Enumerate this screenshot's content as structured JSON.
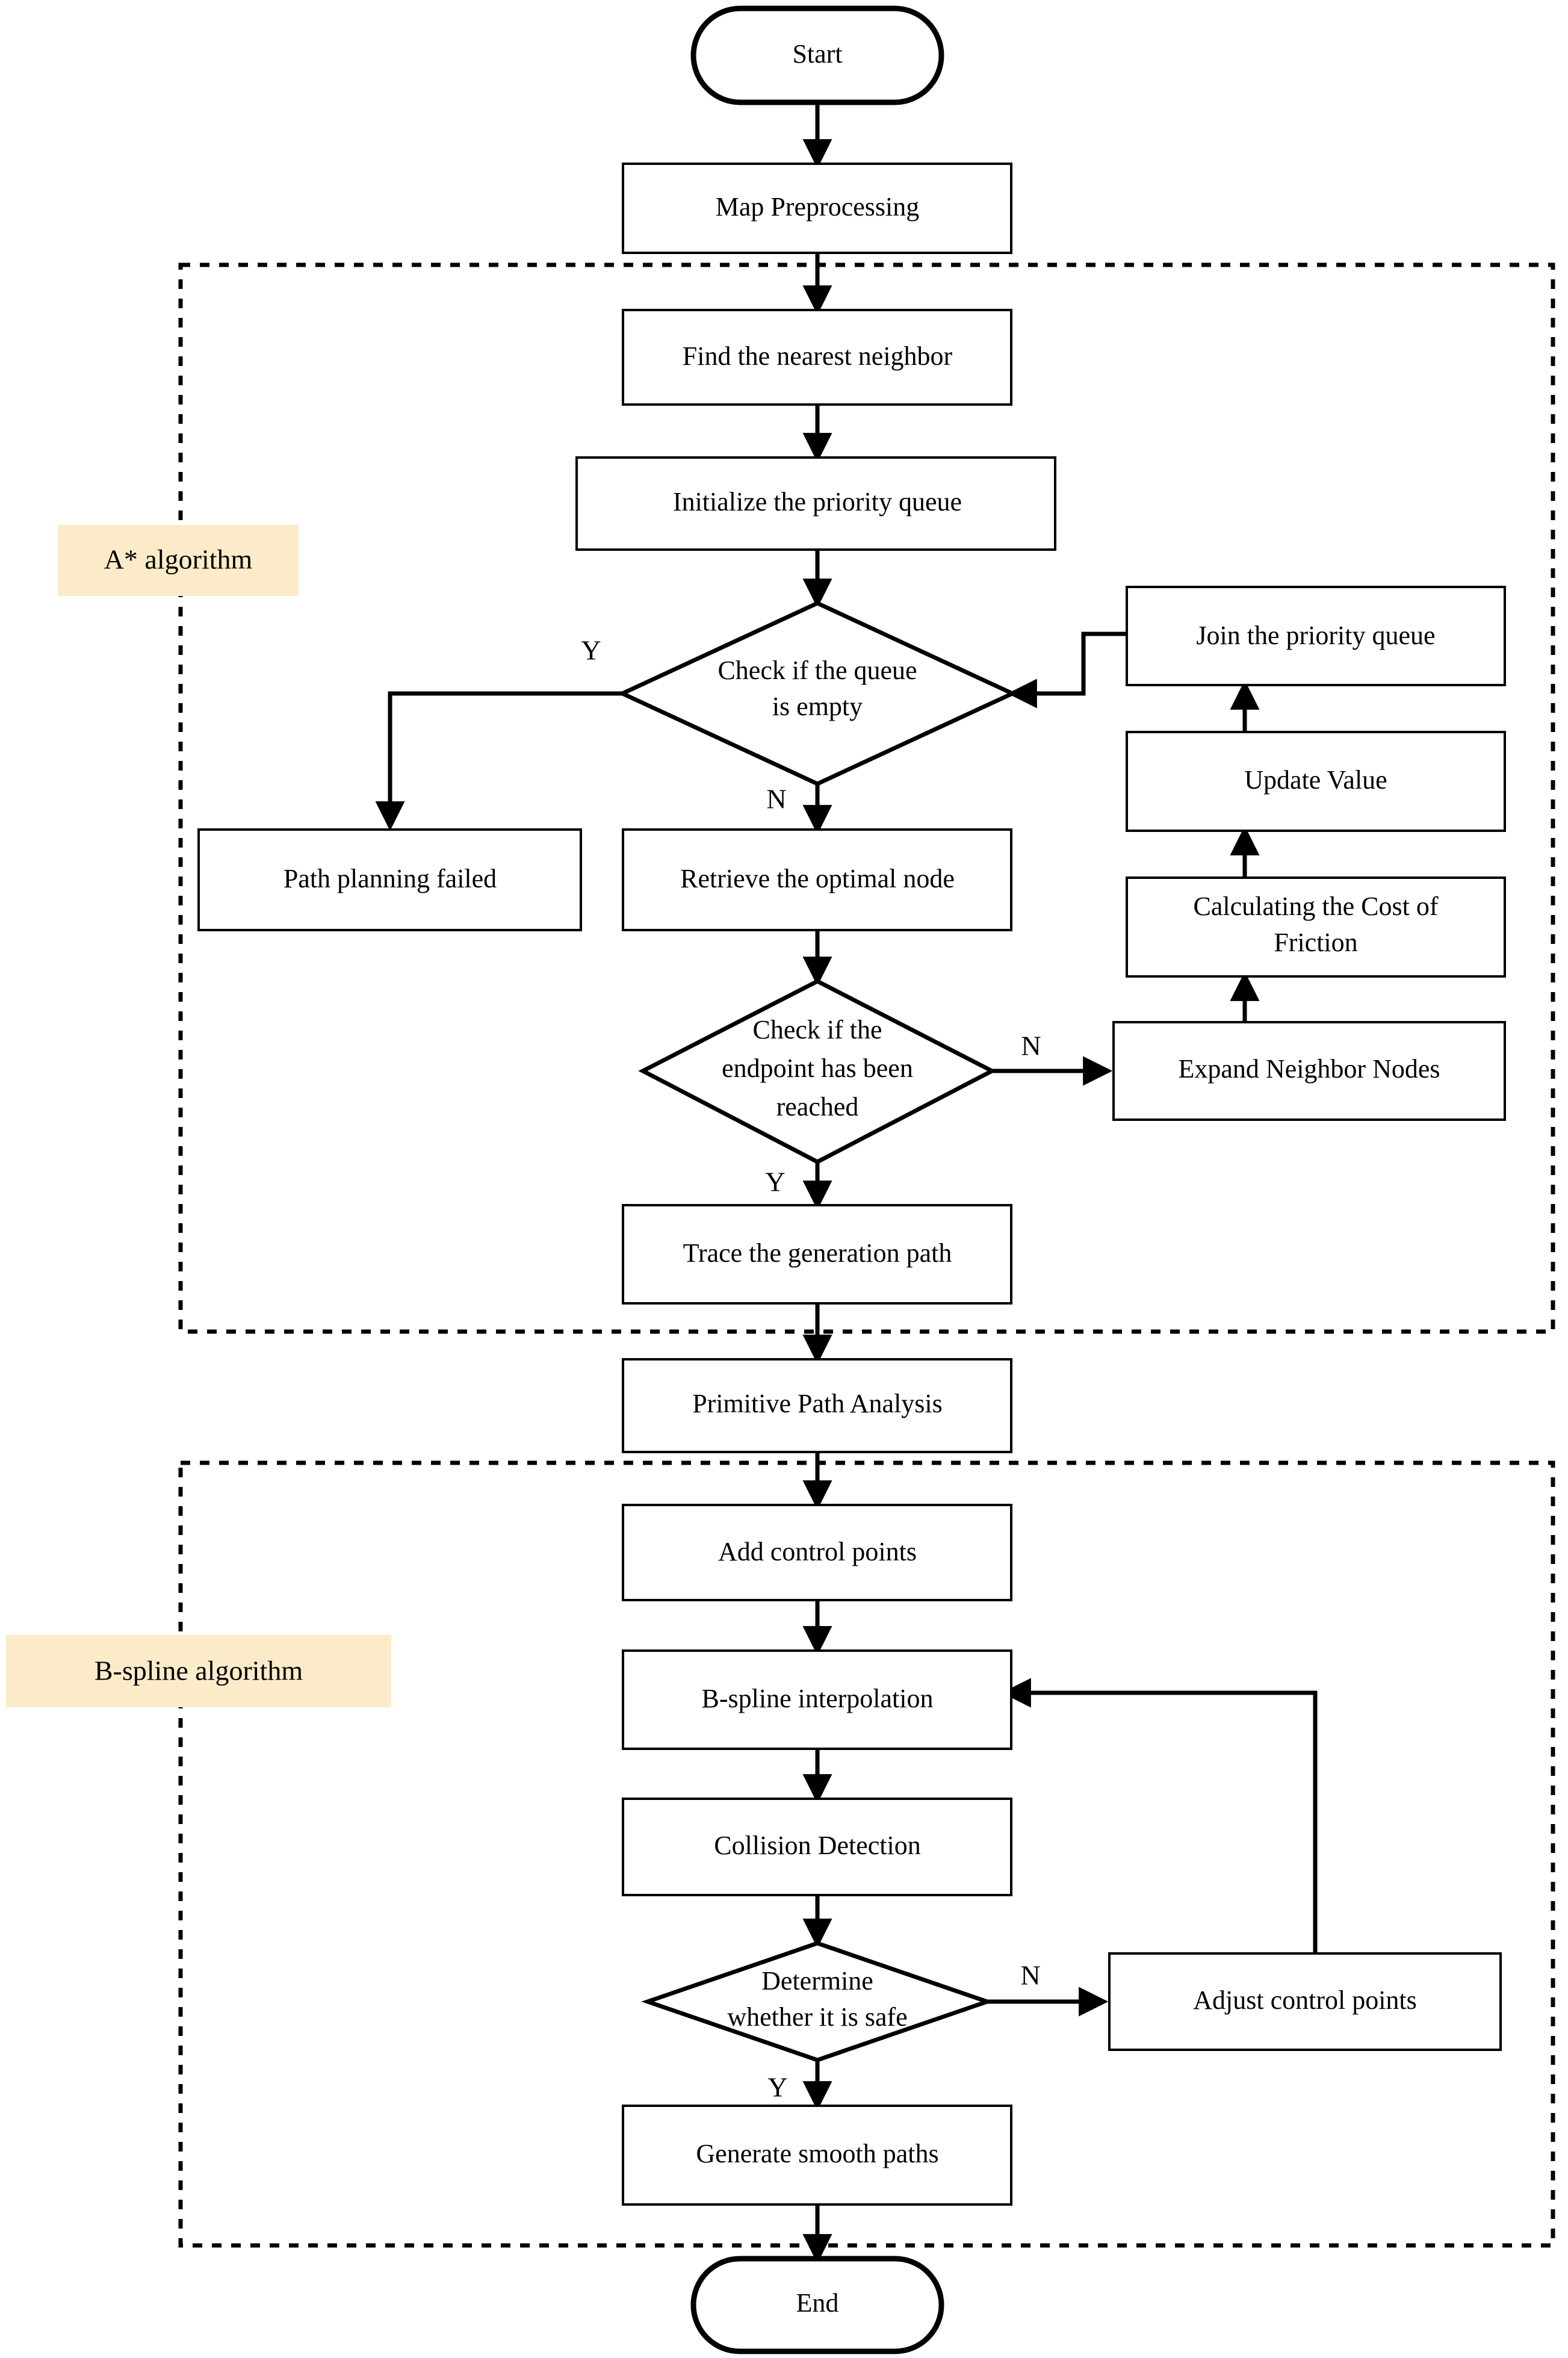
{
  "diagram": {
    "title": "A* and B-spline path planning flowchart",
    "accent_color": "#FCEBC9",
    "line_color": "#000000",
    "background": "#ffffff"
  },
  "groups": [
    {
      "id": "astar",
      "label": "A* algorithm"
    },
    {
      "id": "bspline",
      "label": "B-spline algorithm"
    }
  ],
  "nodes": {
    "start": "Start",
    "map_preprocessing": "Map Preprocessing",
    "find_nearest_neighbor": "Find the nearest neighbor",
    "init_priority_queue": "Initialize the priority queue",
    "check_queue_empty_l1": "Check if the queue",
    "check_queue_empty_l2": "is empty",
    "join_priority_queue": "Join the priority queue",
    "path_planning_failed": "Path planning failed",
    "retrieve_optimal_node": "Retrieve the optimal node",
    "update_value": "Update Value",
    "calculating_cost_l1": "Calculating the Cost of",
    "calculating_cost_l2": "Friction",
    "check_endpoint_l1": "Check if the",
    "check_endpoint_l2": "endpoint has been",
    "check_endpoint_l3": "reached",
    "expand_neighbor_nodes": "Expand Neighbor Nodes",
    "trace_generation_path": "Trace the generation path",
    "primitive_path_analysis": "Primitive Path Analysis",
    "add_control_points": "Add control points",
    "bspline_interpolation": "B-spline interpolation",
    "collision_detection": "Collision Detection",
    "determine_safe_l1": "Determine",
    "determine_safe_l2": "whether it is safe",
    "adjust_control_points": "Adjust control points",
    "generate_smooth_paths": "Generate smooth paths",
    "end": "End"
  },
  "branch_labels": {
    "queue_empty_yes": "Y",
    "queue_empty_no": "N",
    "endpoint_no": "N",
    "endpoint_yes": "Y",
    "safe_no": "N",
    "safe_yes": "Y"
  }
}
